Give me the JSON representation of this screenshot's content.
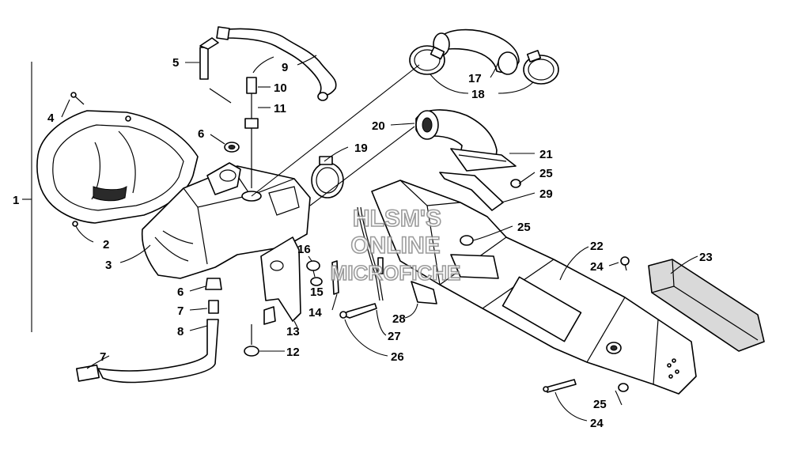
{
  "watermark": [
    "HLSM'S",
    "ONLINE",
    "MICROFICHE"
  ],
  "callouts": [
    {
      "id": "c1",
      "text": "1"
    },
    {
      "id": "c2",
      "text": "2"
    },
    {
      "id": "c3",
      "text": "3"
    },
    {
      "id": "c4",
      "text": "4"
    },
    {
      "id": "c5",
      "text": "5"
    },
    {
      "id": "c6a",
      "text": "6"
    },
    {
      "id": "c6b",
      "text": "6"
    },
    {
      "id": "c7a",
      "text": "7"
    },
    {
      "id": "c7b",
      "text": "7"
    },
    {
      "id": "c8",
      "text": "8"
    },
    {
      "id": "c9",
      "text": "9"
    },
    {
      "id": "c10",
      "text": "10"
    },
    {
      "id": "c11",
      "text": "11"
    },
    {
      "id": "c12",
      "text": "12"
    },
    {
      "id": "c13",
      "text": "13"
    },
    {
      "id": "c14",
      "text": "14"
    },
    {
      "id": "c15",
      "text": "15"
    },
    {
      "id": "c16",
      "text": "16"
    },
    {
      "id": "c17",
      "text": "17"
    },
    {
      "id": "c18",
      "text": "18"
    },
    {
      "id": "c19",
      "text": "19"
    },
    {
      "id": "c20",
      "text": "20"
    },
    {
      "id": "c21",
      "text": "21"
    },
    {
      "id": "c22",
      "text": "22"
    },
    {
      "id": "c23",
      "text": "23"
    },
    {
      "id": "c24a",
      "text": "24"
    },
    {
      "id": "c24b",
      "text": "24"
    },
    {
      "id": "c25a",
      "text": "25"
    },
    {
      "id": "c25b",
      "text": "25"
    },
    {
      "id": "c25c",
      "text": "25"
    },
    {
      "id": "c26",
      "text": "26"
    },
    {
      "id": "c27",
      "text": "27"
    },
    {
      "id": "c28",
      "text": "28"
    },
    {
      "id": "c29",
      "text": "29"
    }
  ]
}
